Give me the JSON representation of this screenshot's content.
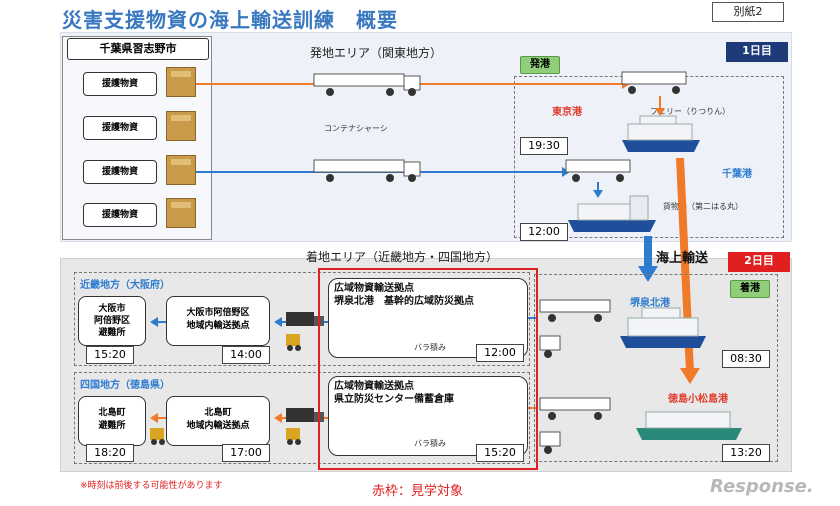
{
  "header": {
    "title": "災害支援物資の海上輸送訓練　概要",
    "sheet_tag": "別紙2"
  },
  "departure": {
    "area_label": "発地エリア（関東地方）",
    "day_tag": "1日目",
    "day_tag_color": "#1f3a78",
    "city_label": "千葉県習志野市",
    "supply_label": "援護物資",
    "container_label": "コンテナシャーシ",
    "port_tag": "発港",
    "tokyo_port": "東京港",
    "tokyo_time": "19:30",
    "ferry_label": "フェリー（りつりん）",
    "chiba_port": "千葉港",
    "cargo_ship_label": "貨物船（第二はる丸）",
    "chiba_time": "12:00"
  },
  "sea": {
    "label": "海上輸送"
  },
  "arrival": {
    "area_label": "着地エリア（近畿地方・四国地方）",
    "day_tag": "2日目",
    "day_tag_color": "#e02020",
    "port_tag": "着港",
    "sakai_port": "堺泉北港",
    "sakai_time": "08:30",
    "tokushima_port": "徳島小松島港",
    "tokushima_time": "13:20",
    "kinki": {
      "region_label": "近畿地方（大阪府）",
      "shelter": "大阪市\n阿倍野区\n避難所",
      "shelter_time": "15:20",
      "local_hub": "大阪市阿倍野区\n地域内輸送拠点",
      "local_time": "14:00",
      "hub_title_line1": "広域物資輸送拠点",
      "hub_title_line2": "堺泉北港　基幹的広域防災拠点",
      "hub_note": "バラ積み",
      "hub_time": "12:00"
    },
    "shikoku": {
      "region_label": "四国地方（徳島県）",
      "shelter": "北島町\n避難所",
      "shelter_time": "18:20",
      "local_hub": "北島町\n地域内輸送拠点",
      "local_time": "17:00",
      "hub_title_line1": "広域物資輸送拠点",
      "hub_title_line2": "県立防災センター備蓄倉庫",
      "hub_note": "バラ積み",
      "hub_time": "15:20"
    }
  },
  "footer": {
    "note": "※時刻は前後する可能性があります",
    "caption": "赤枠：見学対象",
    "brand": "Response."
  },
  "colors": {
    "title_blue": "#3a78c0",
    "route_orange": "#f07a28",
    "route_blue": "#2e7cd0",
    "accent_red": "#e02020",
    "port_green": "#8fcf7a"
  }
}
